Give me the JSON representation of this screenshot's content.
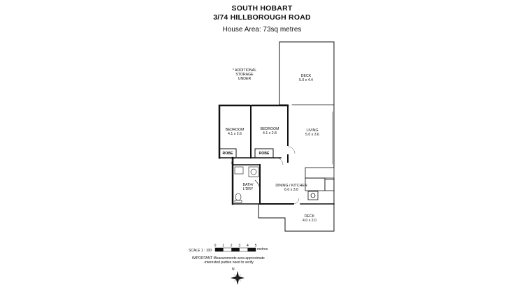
{
  "header": {
    "suburb": "SOUTH HOBART",
    "address": "3/74 HILLBOROUGH ROAD",
    "house_area": "House Area: 73sq metres"
  },
  "rooms": {
    "deck_upper": {
      "name": "DECK",
      "dims": "5.0 x 4.4"
    },
    "bedroom_1": {
      "name": "BEDROOM",
      "dims": "4.1 x 2.6"
    },
    "bedroom_2": {
      "name": "BEDROOM",
      "dims": "4.1 x 2.8"
    },
    "living": {
      "name": "LIVING",
      "dims": "5.0 x 3.6"
    },
    "robe_1": {
      "name": "ROBE"
    },
    "robe_2": {
      "name": "ROBE"
    },
    "bath": {
      "name": "BATH/",
      "name2": "L'DRY"
    },
    "dining": {
      "name": "DINING / KITCHEN",
      "dims": "6.0 x 3.0"
    },
    "deck_lower": {
      "name": "DECK",
      "dims": "4.0 x 2.0"
    }
  },
  "storage_note": {
    "line1": "* ADDITIONAL",
    "line2": "STORAGE",
    "line3": "UNDER"
  },
  "scale": {
    "label": "SCALE 1 : 100",
    "ticks": [
      "0",
      "1",
      "2",
      "3",
      "4",
      "5"
    ],
    "unit": "metres"
  },
  "disclaimer": {
    "line1": "IMPORTANT Measurements area approximate",
    "line2": "-interested parties need to verify"
  },
  "compass": {
    "label": "N"
  }
}
